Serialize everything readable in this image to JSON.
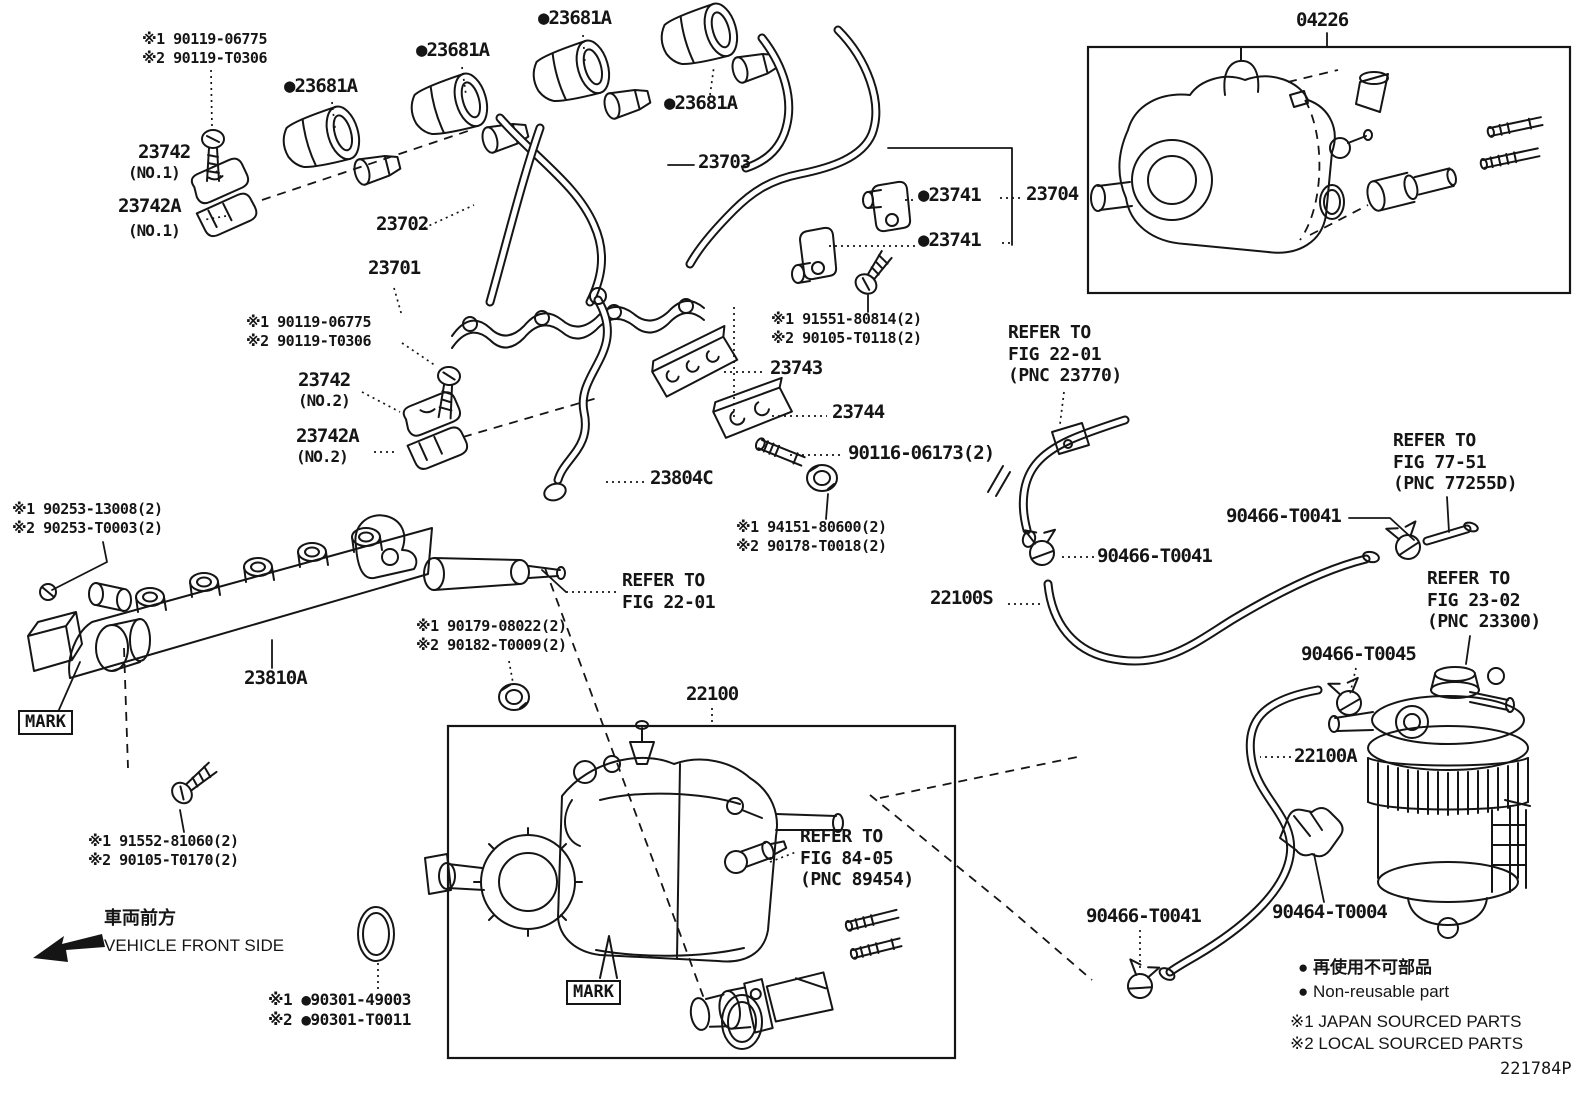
{
  "doc": {
    "code": "221784P"
  },
  "colors": {
    "line": "#151515",
    "background": "#ffffff"
  },
  "labels": {
    "bolt_note": "※1 90119-06775\n※2 90119-T0306",
    "seal": "●23681A",
    "p23742": "23742",
    "p23742a": "23742A",
    "no1": "(NO.1)",
    "no2": "(NO.2)",
    "p23703": "23703",
    "p23702": "23702",
    "p23701": "23701",
    "p23741": "●23741",
    "p23704": "23704",
    "note_91551": "※1 91551-80814(2)\n※2 90105-T0118(2)",
    "p23743": "23743",
    "p23744": "23744",
    "p90116": "90116-06173(2)",
    "refer_2201_pnc": "REFER TO\nFIG 22-01\n(PNC 23770)",
    "refer_7751": "REFER TO\nFIG 77-51\n(PNC 77255D)",
    "p23804c": "23804C",
    "note_94151": "※1 94151-80600(2)\n※2 90178-T0018(2)",
    "t0041": "90466-T0041",
    "note_90253": "※1 90253-13008(2)\n※2 90253-T0003(2)",
    "refer_2201": "REFER TO\nFIG 22-01",
    "p22100s": "22100S",
    "refer_2302": "REFER TO\nFIG 23-02\n(PNC 23300)",
    "t0045": "90466-T0045",
    "note_90179": "※1 90179-08022(2)\n※2 90182-T0009(2)",
    "p23810a": "23810A",
    "mark": "MARK",
    "p22100": "22100",
    "p22100a": "22100A",
    "note_91552": "※1 91552-81060(2)\n※2 90105-T0170(2)",
    "refer_8405": "REFER TO\nFIG 84-05\n(PNC 89454)",
    "t0004": "90464-T0004",
    "front_jp": "車両前方",
    "front_en": "VEHICLE FRONT SIDE",
    "note_90301": "※1 ●90301-49003\n※2 ●90301-T0011",
    "legend_jp": "● 再使用不可部品",
    "legend_en": "● Non-reusable part",
    "legend_src1": "※1 JAPAN SOURCED PARTS",
    "legend_src2": "※2 LOCAL SOURCED PARTS",
    "p04226": "04226"
  }
}
